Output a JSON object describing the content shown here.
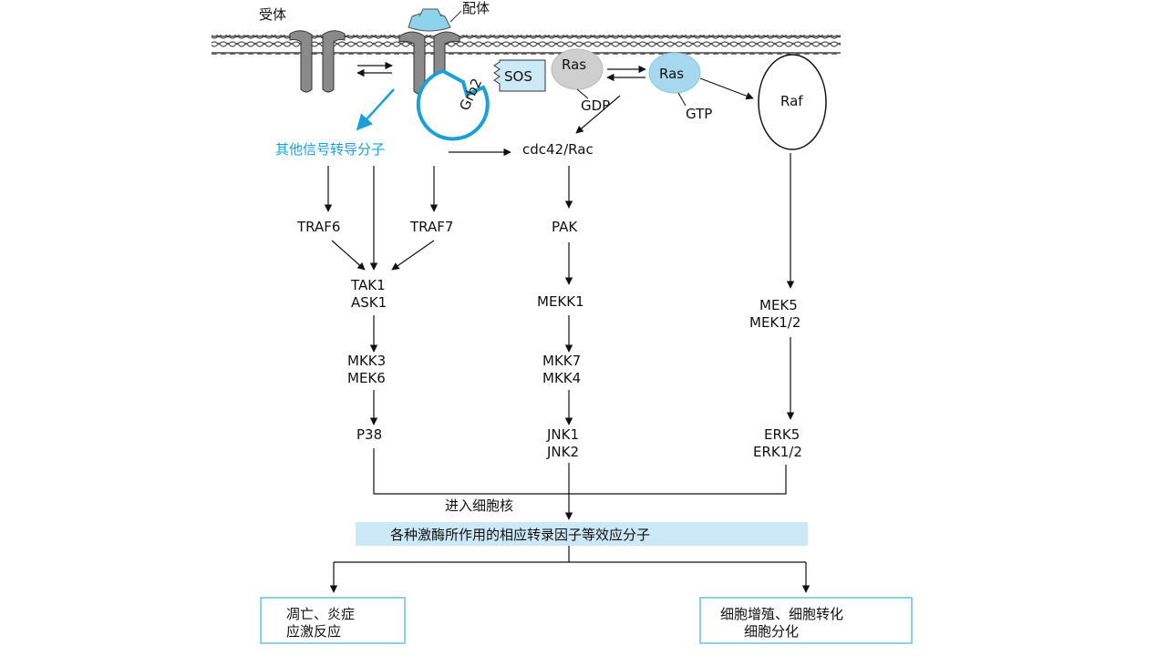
{
  "membrane": {
    "receptor_label": "受体",
    "ligand_label": "配体",
    "adaptor_label": "Grb2",
    "sos_label": "SOS",
    "ras_gdp_label": "Ras",
    "gdp_label": "GDP",
    "ras_gtp_label": "Ras",
    "gtp_label": "GTP",
    "raf_label": "Raf",
    "colors": {
      "ligand": "#8ed2ec",
      "grb2": "#1a9fd6",
      "ras_gdp": "#cfcfcf",
      "ras_gtp": "#a8d8f0",
      "receptor": "#8a8a8a"
    }
  },
  "pathway": {
    "other_molecules": "其他信号转导分子",
    "cdc42": "cdc42/Rac",
    "traf6": "TRAF6",
    "traf7": "TRAF7",
    "pak": "PAK",
    "tak1": "TAK1",
    "ask1": "ASK1",
    "mekk1": "MEKK1",
    "mek5": "MEK5",
    "mek12": "MEK1/2",
    "mkk3": "MKK3",
    "mek6": "MEK6",
    "mkk7": "MKK7",
    "mkk4": "MKK4",
    "p38": "P38",
    "jnk1": "JNK1",
    "jnk2": "JNK2",
    "erk5": "ERK5",
    "erk12": "ERK1/2",
    "nucleus": "进入细胞核",
    "effectors": "各种激酶所作用的相应转录因子等效应分子"
  },
  "outcomes": {
    "left_line1": "凋亡、炎症",
    "left_line2": "应激反应",
    "right_line1": "细胞增殖、细胞转化",
    "right_line2": "细胞分化"
  },
  "colors": {
    "accent_blue": "#1a9fd6",
    "banner": "#cde8f6"
  }
}
